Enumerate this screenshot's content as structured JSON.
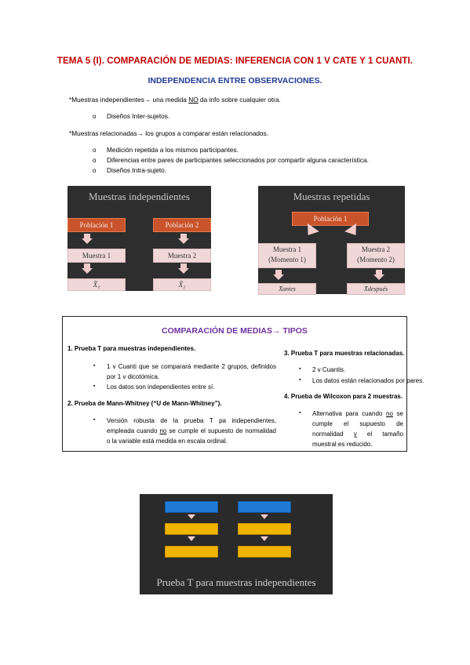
{
  "header": {
    "title": "TEMA 5 (I). COMPARACIÓN DE MEDIAS: INFERENCIA CON 1 V CATE Y 1 CUANTI.",
    "subtitle": "INDEPENDENCIA ENTRE OBSERVACIONES."
  },
  "intro": {
    "indep_prefix": "*Muestras independientes",
    "indep_mid": " una medida ",
    "indep_no": "NO",
    "indep_suffix": " da info sobre cualquier otra.",
    "indep_bullets": [
      "Diseños Inter-sujetos."
    ],
    "rel_prefix": "*Muestras relacionadas",
    "rel_suffix": " los grupos a comparar están relacionados.",
    "rel_bullets": [
      "Medición repetida a los mismos participantes.",
      "Diferencias entre pares de participantes seleccionados por compartir alguna característica.",
      "Diseños Intra-sujeto."
    ],
    "bullet_symbol": "o",
    "arrow_symbol": "→"
  },
  "diagram_indep": {
    "title": "Muestras independientes",
    "pop1": "Población 1",
    "pop2": "Población 2",
    "m1": "Muestra 1",
    "m2": "Muestra 2",
    "x1": "X̄₁",
    "x2": "X̄₂"
  },
  "diagram_rep": {
    "title": "Muestras repetidas",
    "pop": "Población 1",
    "m1a": "Muestra 1",
    "m1b": "(Momento 1)",
    "m2a": "Muestra 2",
    "m2b": "(Momento 2)",
    "xa": "X̄antes",
    "xb": "X̄después"
  },
  "tipos": {
    "title": "COMPARACIÓN DE MEDIAS",
    "title_suffix": " TIPOS",
    "h1": "1. Prueba T para muestras independientes.",
    "h1_b1": "1 v Cuanti que se comparará mediante 2 grupos, definidos por 1 v dicotómica.",
    "h1_b2": "Los datos son independientes entre sí.",
    "h2": "2. Prueba de Mann-Whitney (“U de Mann-Whitney”).",
    "h2_b1_a": "Versión robusta de la prueba T pa independientes, empleada cuando ",
    "h2_b1_no": "no",
    "h2_b1_b": " se cumple el supuesto de normalidad o la variable está medida en escala ordinal.",
    "h3": "3. Prueba T para muestras relacionadas.",
    "h3_b1": "2 v Cuantis.",
    "h3_b2": "Los datos están relacionados por pares.",
    "h4": "4. Prueba de Wilcoxon para 2 muestras.",
    "h4_b1_a": "Alternativa para cuando ",
    "h4_b1_no": "no",
    "h4_b1_b": " se cumple el supuesto de normalidad ",
    "h4_b1_y": "y",
    "h4_b1_c": " el tamaño muestral es reducido.",
    "square_symbol": "▪"
  },
  "bottom_image": {
    "caption": "Prueba T para muestras independientes"
  }
}
